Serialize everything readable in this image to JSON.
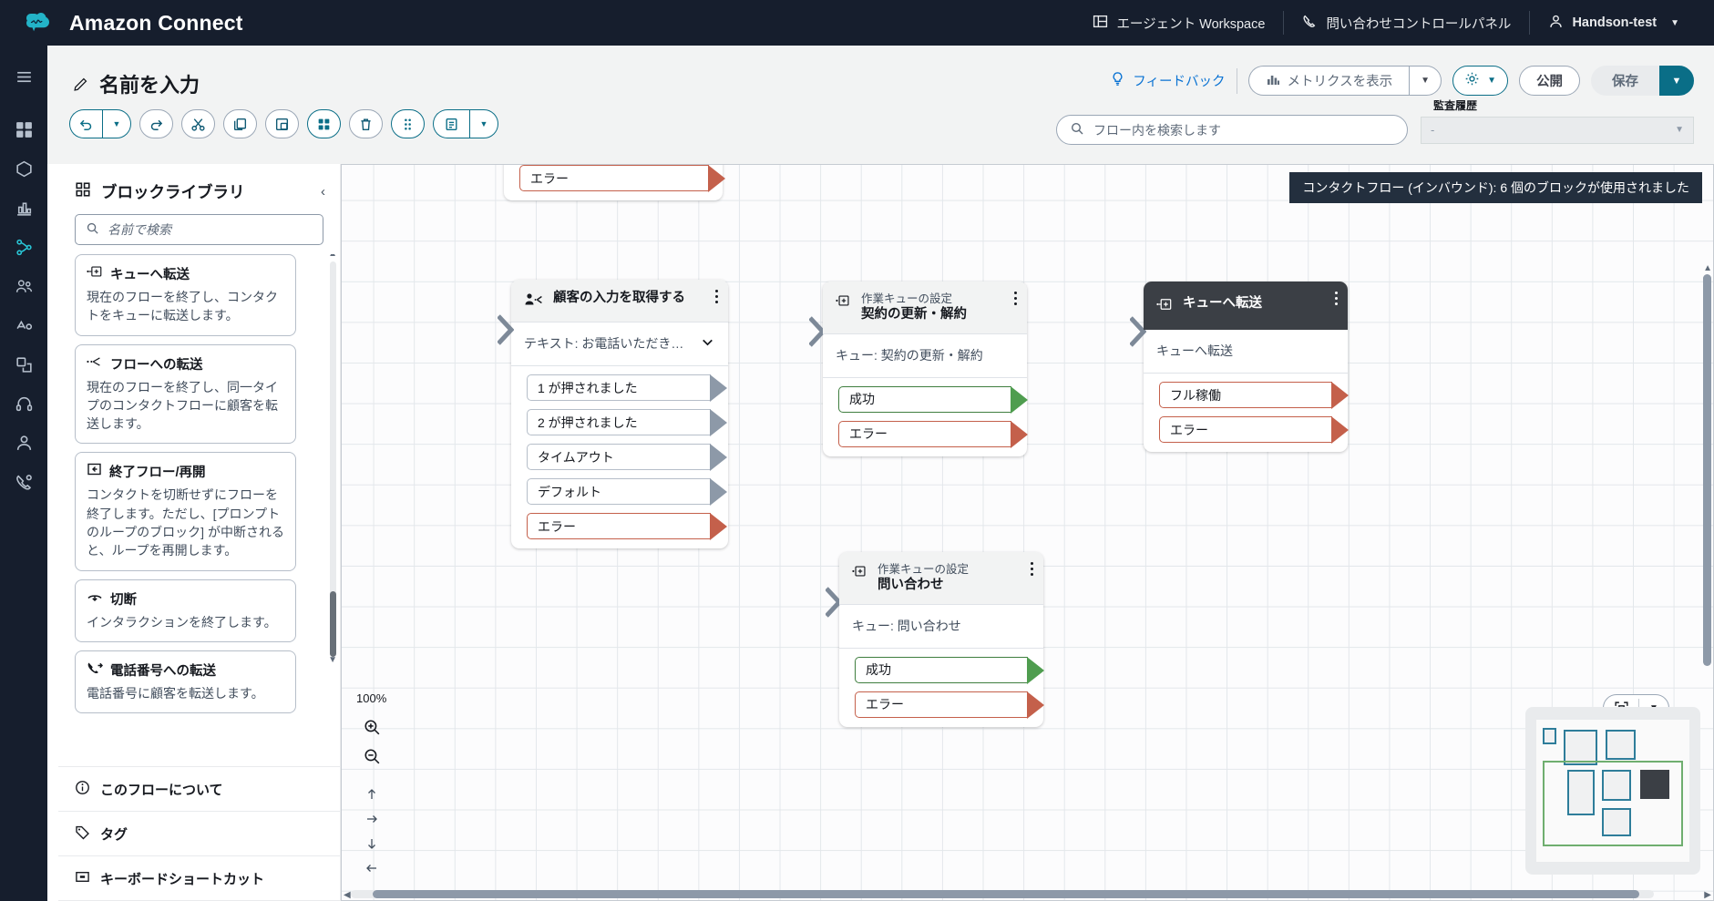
{
  "topbar": {
    "brand": "Amazon Connect",
    "agent_workspace": "エージェント Workspace",
    "ccp": "問い合わせコントロールパネル",
    "user": "Handson-test"
  },
  "header": {
    "flow_title": "名前を入力",
    "feedback": "フィードバック",
    "metrics": "メトリクスを表示",
    "publish": "公開",
    "save": "保存",
    "search_placeholder": "フロー内を検索します",
    "audit_tooltip": "監査履歴",
    "audit_value": "-"
  },
  "library": {
    "title": "ブロックライブラリ",
    "search_placeholder": "名前で検索",
    "blocks": [
      {
        "name": "キューへ転送",
        "desc": "現在のフローを終了し、コンタクトをキューに転送します。",
        "icon": "transfer-to-queue-icon"
      },
      {
        "name": "フローへの転送",
        "desc": "現在のフローを終了し、同一タイプのコンタクトフローに顧客を転送します。",
        "icon": "transfer-to-flow-icon"
      },
      {
        "name": "終了フロー/再開",
        "desc": "コンタクトを切断せずにフローを終了します。ただし、[プロンプトのループのブロック] が中断されると、ループを再開します。",
        "icon": "end-flow-resume-icon"
      },
      {
        "name": "切断",
        "desc": "インタラクションを終了します。",
        "icon": "disconnect-icon"
      },
      {
        "name": "電話番号への転送",
        "desc": "電話番号に顧客を転送します。",
        "icon": "transfer-to-phone-icon"
      }
    ],
    "footer": [
      {
        "label": "このフローについて",
        "icon": "info-icon"
      },
      {
        "label": "タグ",
        "icon": "tag-icon"
      },
      {
        "label": "キーボードショートカット",
        "icon": "keyboard-icon"
      }
    ]
  },
  "canvas": {
    "banner": "コンタクトフロー (インバウンド): 6 個のブロックが使用されました",
    "zoom_level": "100%",
    "partial_error_port": "エラー",
    "nodes": [
      {
        "type": "",
        "name": "顧客の入力を取得する",
        "icon": "get-customer-input-icon",
        "body": "テキスト: お電話いただき…",
        "has_chevron": true,
        "ports": [
          {
            "label": "1 が押されました",
            "kind": "default"
          },
          {
            "label": "2 が押されました",
            "kind": "default"
          },
          {
            "label": "タイムアウト",
            "kind": "default"
          },
          {
            "label": "デフォルト",
            "kind": "default"
          },
          {
            "label": "エラー",
            "kind": "err"
          }
        ]
      },
      {
        "type": "作業キューの設定",
        "name": "契約の更新・解約",
        "icon": "set-working-queue-icon",
        "body": "キュー: 契約の更新・解約",
        "has_chevron": false,
        "ports": [
          {
            "label": "成功",
            "kind": "ok"
          },
          {
            "label": "エラー",
            "kind": "err"
          }
        ]
      },
      {
        "type": "",
        "name": "キューへ転送",
        "icon": "transfer-to-queue-icon",
        "selected": true,
        "body": "キューへ転送",
        "has_chevron": false,
        "ports": [
          {
            "label": "フル稼働",
            "kind": "err"
          },
          {
            "label": "エラー",
            "kind": "err"
          }
        ]
      },
      {
        "type": "作業キューの設定",
        "name": "問い合わせ",
        "icon": "set-working-queue-icon",
        "body": "キュー: 問い合わせ",
        "has_chevron": false,
        "ports": [
          {
            "label": "成功",
            "kind": "ok"
          },
          {
            "label": "エラー",
            "kind": "err"
          }
        ]
      }
    ]
  },
  "colors": {
    "brand_dark": "#161e2d",
    "accent_teal": "#0a6e87",
    "link_blue": "#0972d3",
    "ok_green": "#3f7e3f",
    "err_orange": "#c4604b",
    "selected_node": "#3b3f45"
  }
}
